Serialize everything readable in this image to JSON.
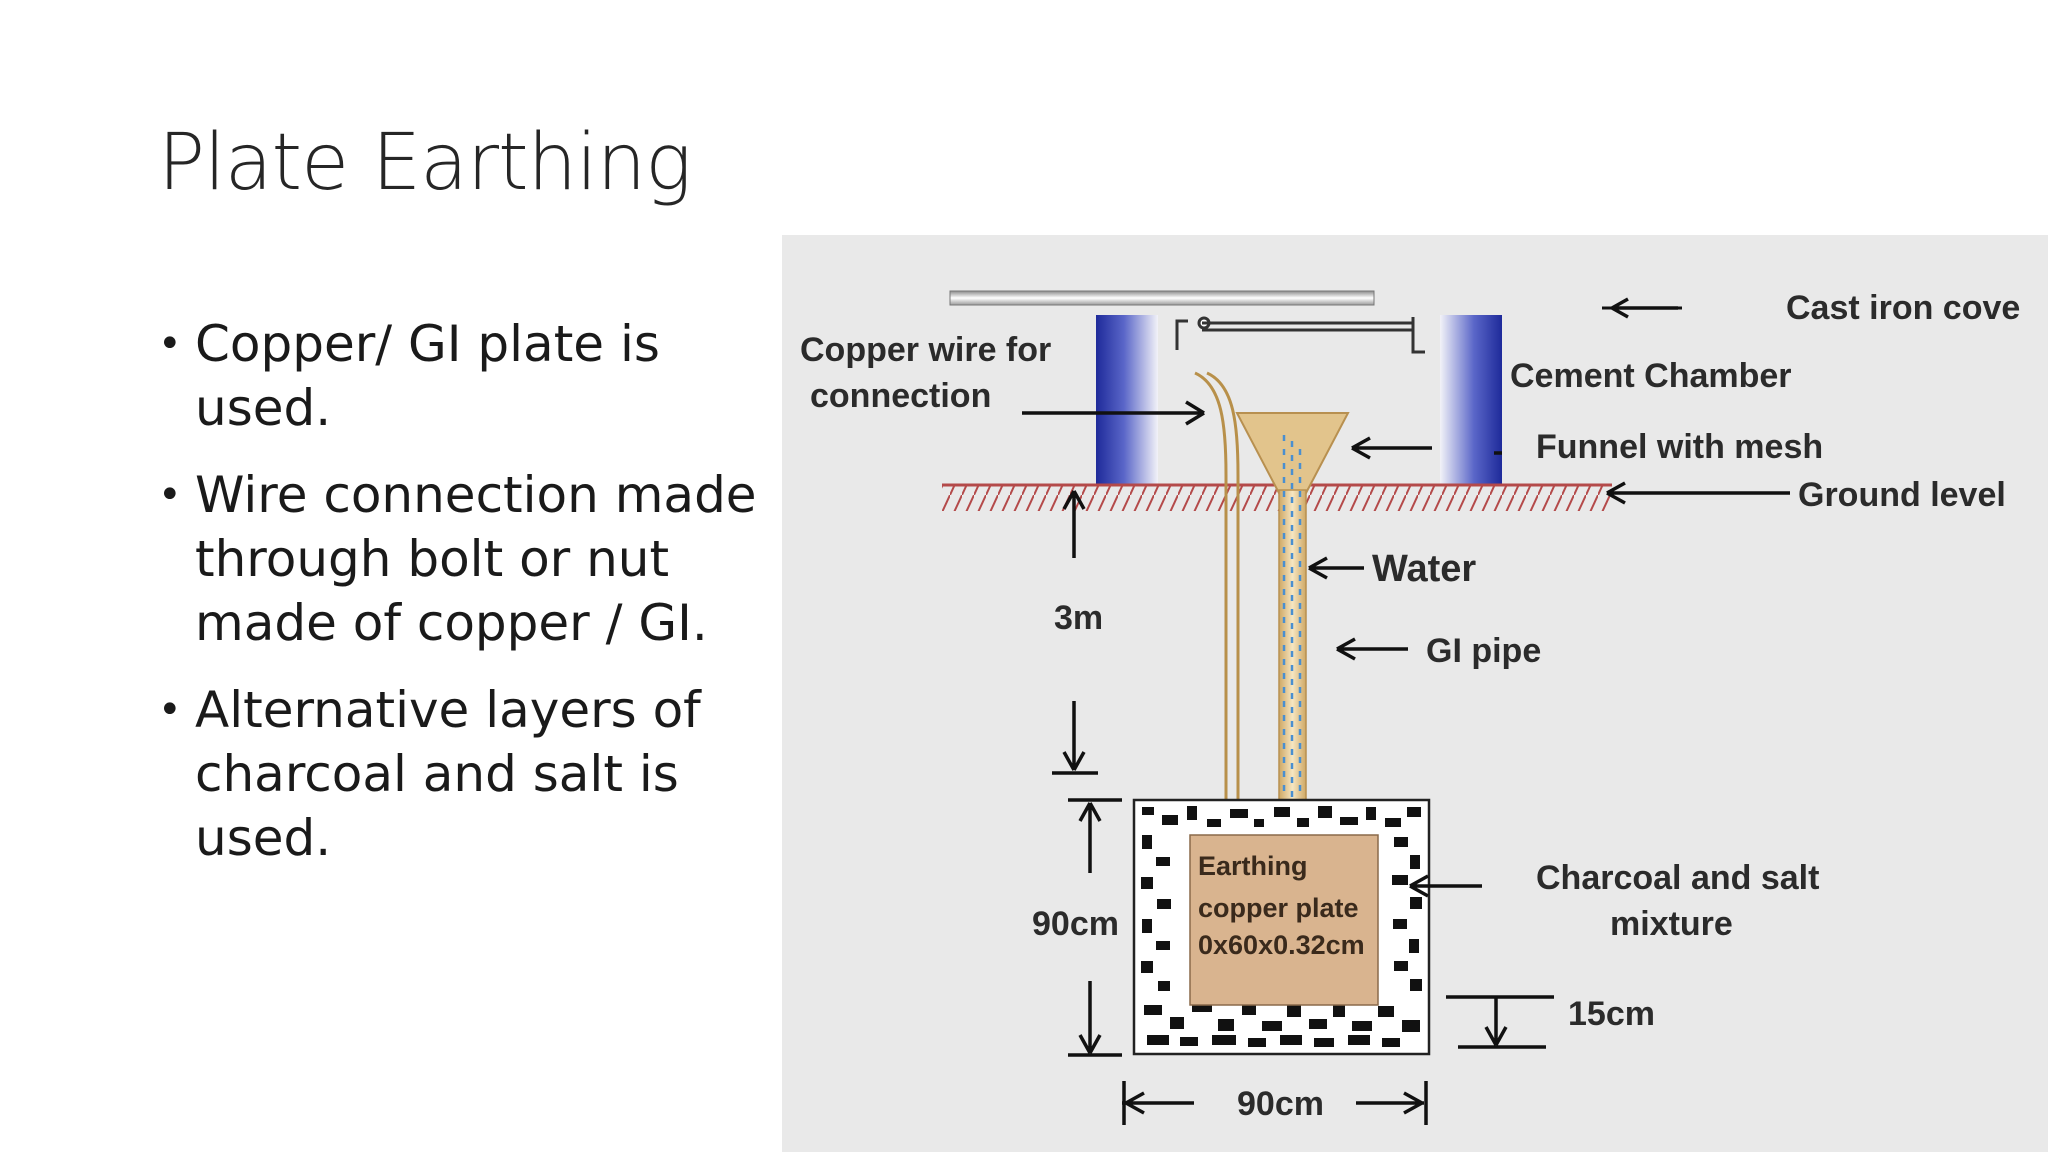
{
  "slide": {
    "title": "Plate Earthing",
    "bullets": [
      "Copper/ GI plate is used.",
      "Wire connection made through bolt or nut made of copper / GI.",
      "Alternative layers of charcoal and salt is used."
    ]
  },
  "diagram": {
    "labels": {
      "cast_iron_cover": "Cast iron cove",
      "copper_wire_line1": "Copper wire for",
      "copper_wire_line2": "connection",
      "cement_chamber": "Cement Chamber",
      "funnel": "Funnel with mesh",
      "ground_level": "Ground level",
      "water": "Water",
      "gi_pipe": "GI pipe",
      "depth": "3m",
      "pit_height": "90cm",
      "pit_width": "90cm",
      "bottom_layer": "15cm",
      "charcoal_line1": "Charcoal and salt",
      "charcoal_line2": "mixture",
      "plate_line1": "Earthing",
      "plate_line2": "copper plate",
      "plate_line3": "0x60x0.32cm"
    },
    "colors": {
      "background": "#e9e9e9",
      "chamber_wall": "#2e3aa8",
      "ground_hatch": "#b44a4a",
      "pipe": "#e2c48c",
      "water_marks": "#4a8fd0",
      "plate": "#d9b48f",
      "charcoal": "#111111"
    }
  }
}
